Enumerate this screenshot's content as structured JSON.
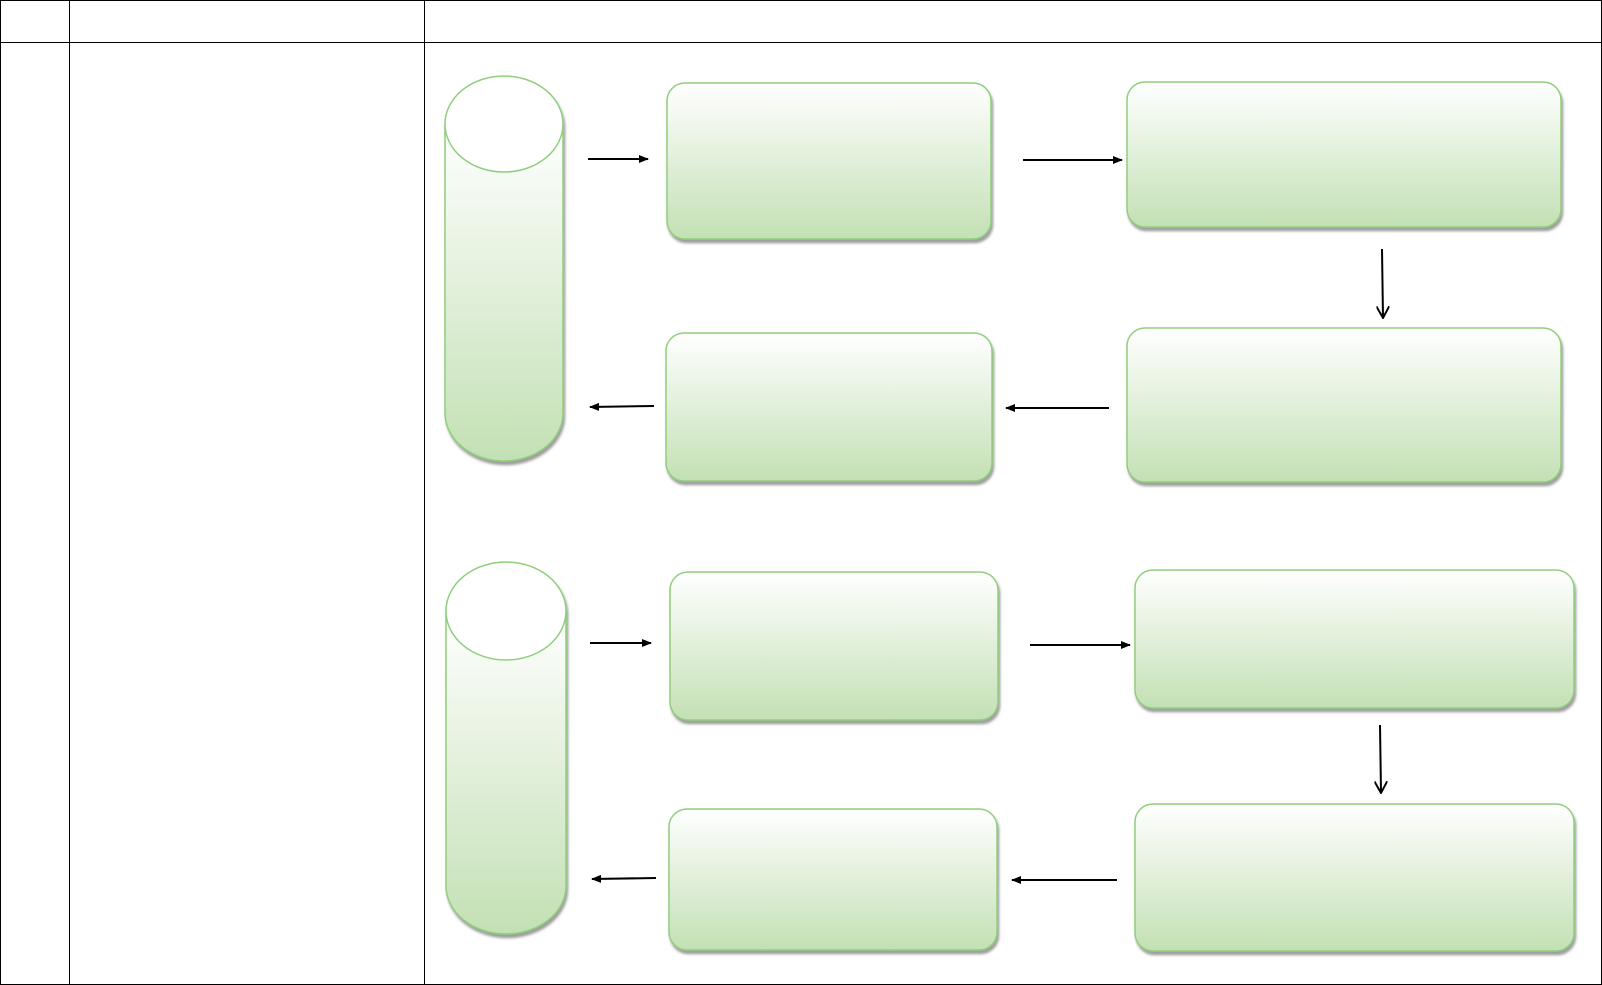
{
  "document": {
    "title": "",
    "table": {
      "headers": [
        "",
        "",
        ""
      ],
      "rows": [
        [
          "",
          "",
          ""
        ]
      ]
    }
  },
  "diagram": {
    "flows": [
      {
        "name": "flow-1",
        "nodes": [
          {
            "id": "f1-cylinder",
            "shape": "cylinder",
            "text": ""
          },
          {
            "id": "f1-box-1",
            "shape": "rounded-rect",
            "text": ""
          },
          {
            "id": "f1-box-2",
            "shape": "rounded-rect",
            "text": ""
          },
          {
            "id": "f1-box-3",
            "shape": "rounded-rect",
            "text": ""
          },
          {
            "id": "f1-box-4",
            "shape": "rounded-rect",
            "text": ""
          }
        ],
        "edges": [
          {
            "from": "f1-cylinder",
            "to": "f1-box-1"
          },
          {
            "from": "f1-box-1",
            "to": "f1-box-2"
          },
          {
            "from": "f1-box-2",
            "to": "f1-box-3"
          },
          {
            "from": "f1-box-3",
            "to": "f1-box-4"
          },
          {
            "from": "f1-box-4",
            "to": "f1-cylinder"
          }
        ]
      },
      {
        "name": "flow-2",
        "nodes": [
          {
            "id": "f2-cylinder",
            "shape": "cylinder",
            "text": ""
          },
          {
            "id": "f2-box-1",
            "shape": "rounded-rect",
            "text": ""
          },
          {
            "id": "f2-box-2",
            "shape": "rounded-rect",
            "text": ""
          },
          {
            "id": "f2-box-3",
            "shape": "rounded-rect",
            "text": ""
          },
          {
            "id": "f2-box-4",
            "shape": "rounded-rect",
            "text": ""
          }
        ],
        "edges": [
          {
            "from": "f2-cylinder",
            "to": "f2-box-1"
          },
          {
            "from": "f2-box-1",
            "to": "f2-box-2"
          },
          {
            "from": "f2-box-2",
            "to": "f2-box-3"
          },
          {
            "from": "f2-box-3",
            "to": "f2-box-4"
          },
          {
            "from": "f2-box-4",
            "to": "f2-cylinder"
          }
        ]
      }
    ],
    "colors": {
      "shape_fill_top": "#ffffff",
      "shape_fill_bottom": "#c3e0b4",
      "shape_stroke": "#8fcf7b",
      "shadow": "#7f7f7f",
      "arrow": "#000000",
      "table_border": "#000000"
    }
  }
}
